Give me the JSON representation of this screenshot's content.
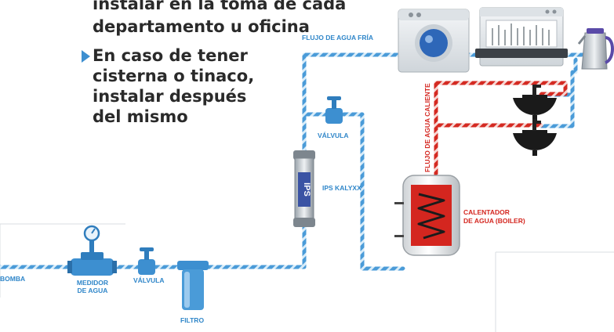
{
  "bullets": [
    {
      "lines": [
        "instalar en la toma de cada",
        "departamento u oficina"
      ]
    },
    {
      "lines": [
        "En caso de tener",
        "cisterna o  tinaco,",
        "instalar después",
        "del mismo"
      ]
    }
  ],
  "labels": {
    "cold_flow": "FLUJO DE AGUA FRÍA",
    "upper_valve": "VÁLVULA",
    "ips": "IPS Kalyxx",
    "hot_flow": "FLUJO DE AGUA CALIENTE",
    "heater": [
      "CALENTADOR",
      "DE AGUA (BOILER)"
    ],
    "pump": "BOMBA",
    "meter": [
      "MEDIDOR",
      "DE AGUA"
    ],
    "lower_valve": "VÁLVULA",
    "filter": "FILTRO"
  },
  "colors": {
    "cold_water": "#4a9bd8",
    "hot_water": "#d42a22",
    "text": "#2a2a2a",
    "bullet_marker": "#3d8fd0"
  },
  "icons": [
    "water-meter-icon",
    "valve-icon",
    "filter-icon",
    "washing-machine-icon",
    "dishwasher-icon",
    "kettle-icon",
    "sink-icon",
    "water-heater-icon"
  ]
}
